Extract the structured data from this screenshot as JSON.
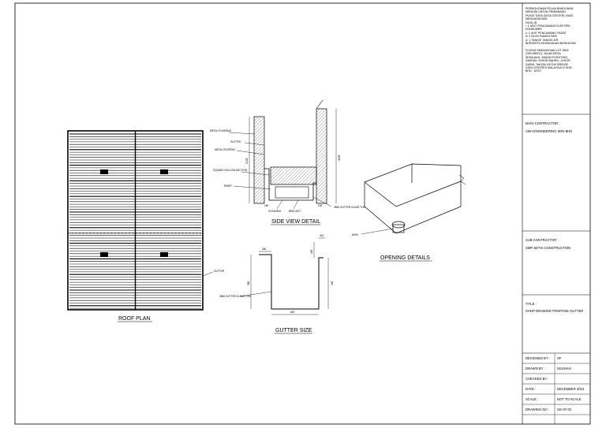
{
  "project": {
    "lines": [
      "PERMOHONAN PELAN BANGUNAN",
      "MENDIRI UNTUK PEMBINAAN",
      "PUSAT DATA (DATA CENTER) YANG",
      "MENGANDUNGI:",
      "FASA 1B",
      "i.   1 UNIT PENCAWANG ELEKTRIK",
      "KONSUMER",
      "ii.   1 UNIT PENCAWANG PADAT",
      "iii.   2 BLOK RUMAH PAM",
      "iv.   1 TANGKI TANGKI AIR",
      "BERSERTA KEMUDAHAN BERKAITAN",
      "",
      "DI ATAS SEBAHAGIAN LOT 2809",
      "(SEN BEKO), JALAN DESA",
      "SEMILANG, MUKIM PLENTONG,",
      "DAERAH JOHOR BAHRU, JOHOR",
      "DARUL TAKZIM UNTUK BRIDGE",
      "DATA CENTRES MALAYSIA IV SDN",
      "BHD - MY07"
    ]
  },
  "main_contractor": {
    "label": "MAIN CONTRACTOR :",
    "name": "CBH ENGINEERING SDN BHD"
  },
  "sub_contractor": {
    "label": "SUB CONTRACTOR :",
    "name": "SMR SETIA CONSTRUCTION"
  },
  "title_block": {
    "label": "TITLE :",
    "value": "SHOP DRAWING PROPOSE GUTTER"
  },
  "info_rows": [
    {
      "label": "DESIGNED BY :",
      "value": "SF"
    },
    {
      "label": "DRAWN BY :",
      "value": "NSUHAH"
    },
    {
      "label": "CHECKED BY :",
      "value": ""
    },
    {
      "label": "DATE :",
      "value": "DECEMBER 2024"
    },
    {
      "label": "SCALE :",
      "value": "NOT TO SCALE"
    },
    {
      "label": "DRAWING NO :",
      "value": "SG-07-02"
    }
  ],
  "views": {
    "roof_plan": "ROOF PLAN",
    "side_view": "SIDE VIEW DETAIL",
    "opening": "OPENING DETAILS",
    "gutter_size": "GUTTER SIZE"
  },
  "annotations": {
    "metal_flashing": "METAL FLASHING",
    "gutter": "GUTTER",
    "metal_roofing": "METAL ROOFING",
    "square_hollow": "SQUARE HOLLOW SECTION",
    "rwdp": "RWDP",
    "cleaning": "CLEANING",
    "bracket": "BRACKET",
    "gi_gutter_side": "3MM GUTTER CLEAR THK",
    "dia": "Ø150",
    "gutter_plan": "GUTTER",
    "gi_gutter_size": "3MM GUTTER CLEAR THK"
  },
  "dimensions": {
    "side_height": "2035",
    "side_right": "4245",
    "side_small_1": "150",
    "side_small_2": "150",
    "gs_top_left": "260",
    "gs_top_right": "410",
    "gs_top_right_v": "150",
    "gs_left_v": "560",
    "gs_right_v": "440",
    "gs_bottom": "600"
  }
}
